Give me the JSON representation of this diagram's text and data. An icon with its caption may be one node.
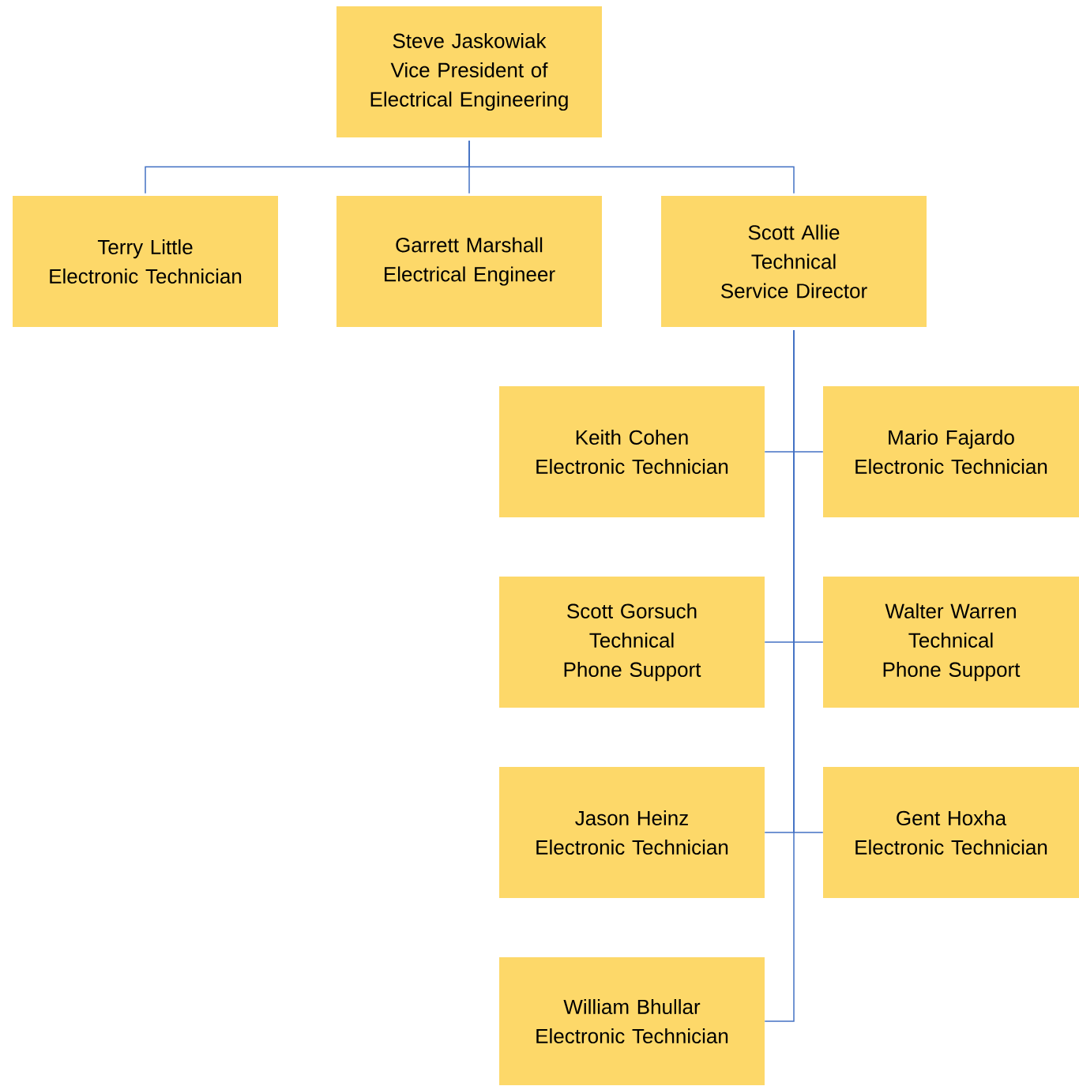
{
  "diagram": {
    "nodes": [
      {
        "text": [
          "Steve Jaskowiak",
          "Vice President of Electrical Engineering"
        ]
      },
      {
        "text": [
          "Terry Little",
          "Electronic Technician"
        ]
      },
      {
        "text": [
          "Garrett Marshall",
          "Electrical Engineer"
        ]
      },
      {
        "text": [
          "Scott Allie",
          "Technical Service Director"
        ]
      },
      {
        "text": [
          "Keith Cohen",
          "Electronic Technician"
        ]
      },
      {
        "text": [
          "Mario Fajardo",
          "Electronic Technician"
        ]
      },
      {
        "text": [
          "Scott Gorsuch",
          "Technical Phone Support"
        ]
      },
      {
        "text": [
          "Walter Warren",
          "Technical Phone Support"
        ]
      },
      {
        "text": [
          "Jason Heinz",
          "Electronic Technician"
        ]
      },
      {
        "text": [
          "Gent Hoxha",
          "Electronic Technician"
        ]
      },
      {
        "text": [
          "William Bhullar",
          "Electronic Technician"
        ]
      }
    ],
    "edges": [
      {
        "from": 0,
        "to": 1,
        "arrow": "none"
      },
      {
        "from": 0,
        "to": 2,
        "arrow": "none"
      },
      {
        "from": 0,
        "to": 3,
        "arrow": "none"
      },
      {
        "from": 3,
        "to": 4,
        "arrow": "none"
      },
      {
        "from": 3,
        "to": 5,
        "arrow": "none"
      },
      {
        "from": 3,
        "to": 6,
        "arrow": "none"
      },
      {
        "from": 3,
        "to": 7,
        "arrow": "none"
      },
      {
        "from": 3,
        "to": 8,
        "arrow": "none"
      },
      {
        "from": 3,
        "to": 9,
        "arrow": "none"
      },
      {
        "from": 3,
        "to": 10,
        "arrow": "none"
      }
    ]
  }
}
